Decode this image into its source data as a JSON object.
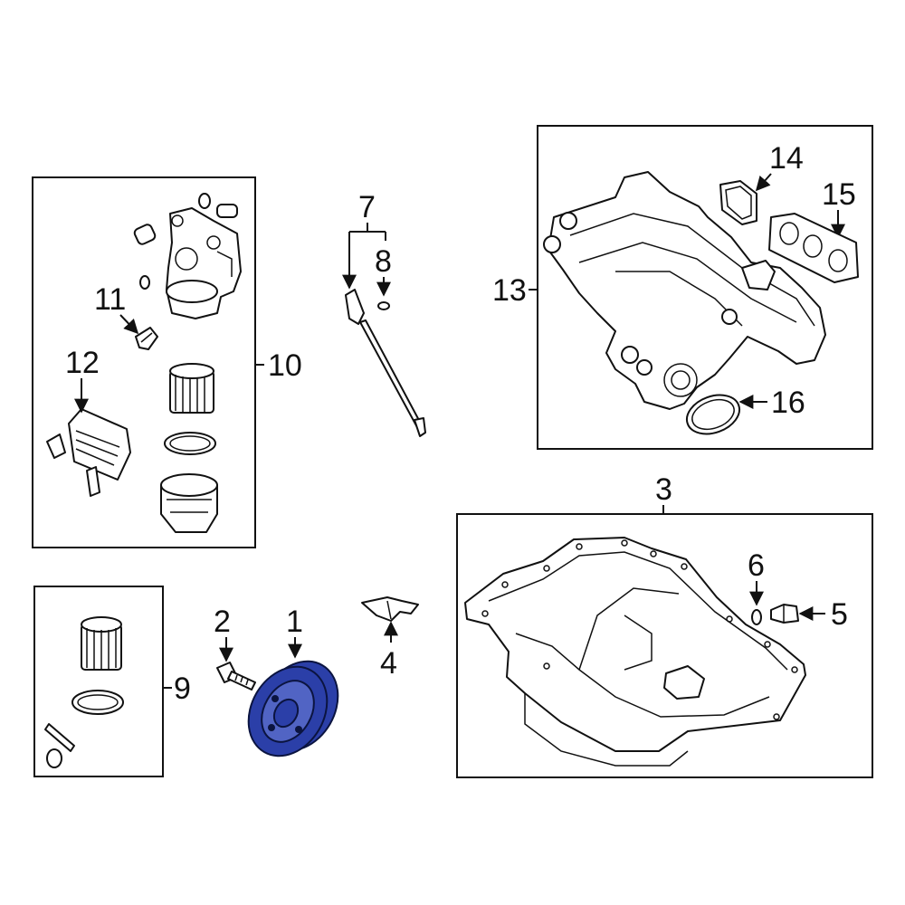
{
  "callouts": {
    "c1": "1",
    "c2": "2",
    "c3": "3",
    "c4": "4",
    "c5": "5",
    "c6": "6",
    "c7": "7",
    "c8": "8",
    "c9": "9",
    "c10": "10",
    "c11": "11",
    "c12": "12",
    "c13": "13",
    "c14": "14",
    "c15": "15",
    "c16": "16"
  },
  "colors": {
    "highlight": "#2b3fa8",
    "line": "#111111",
    "background": "#ffffff"
  },
  "highlighted_part": "1"
}
